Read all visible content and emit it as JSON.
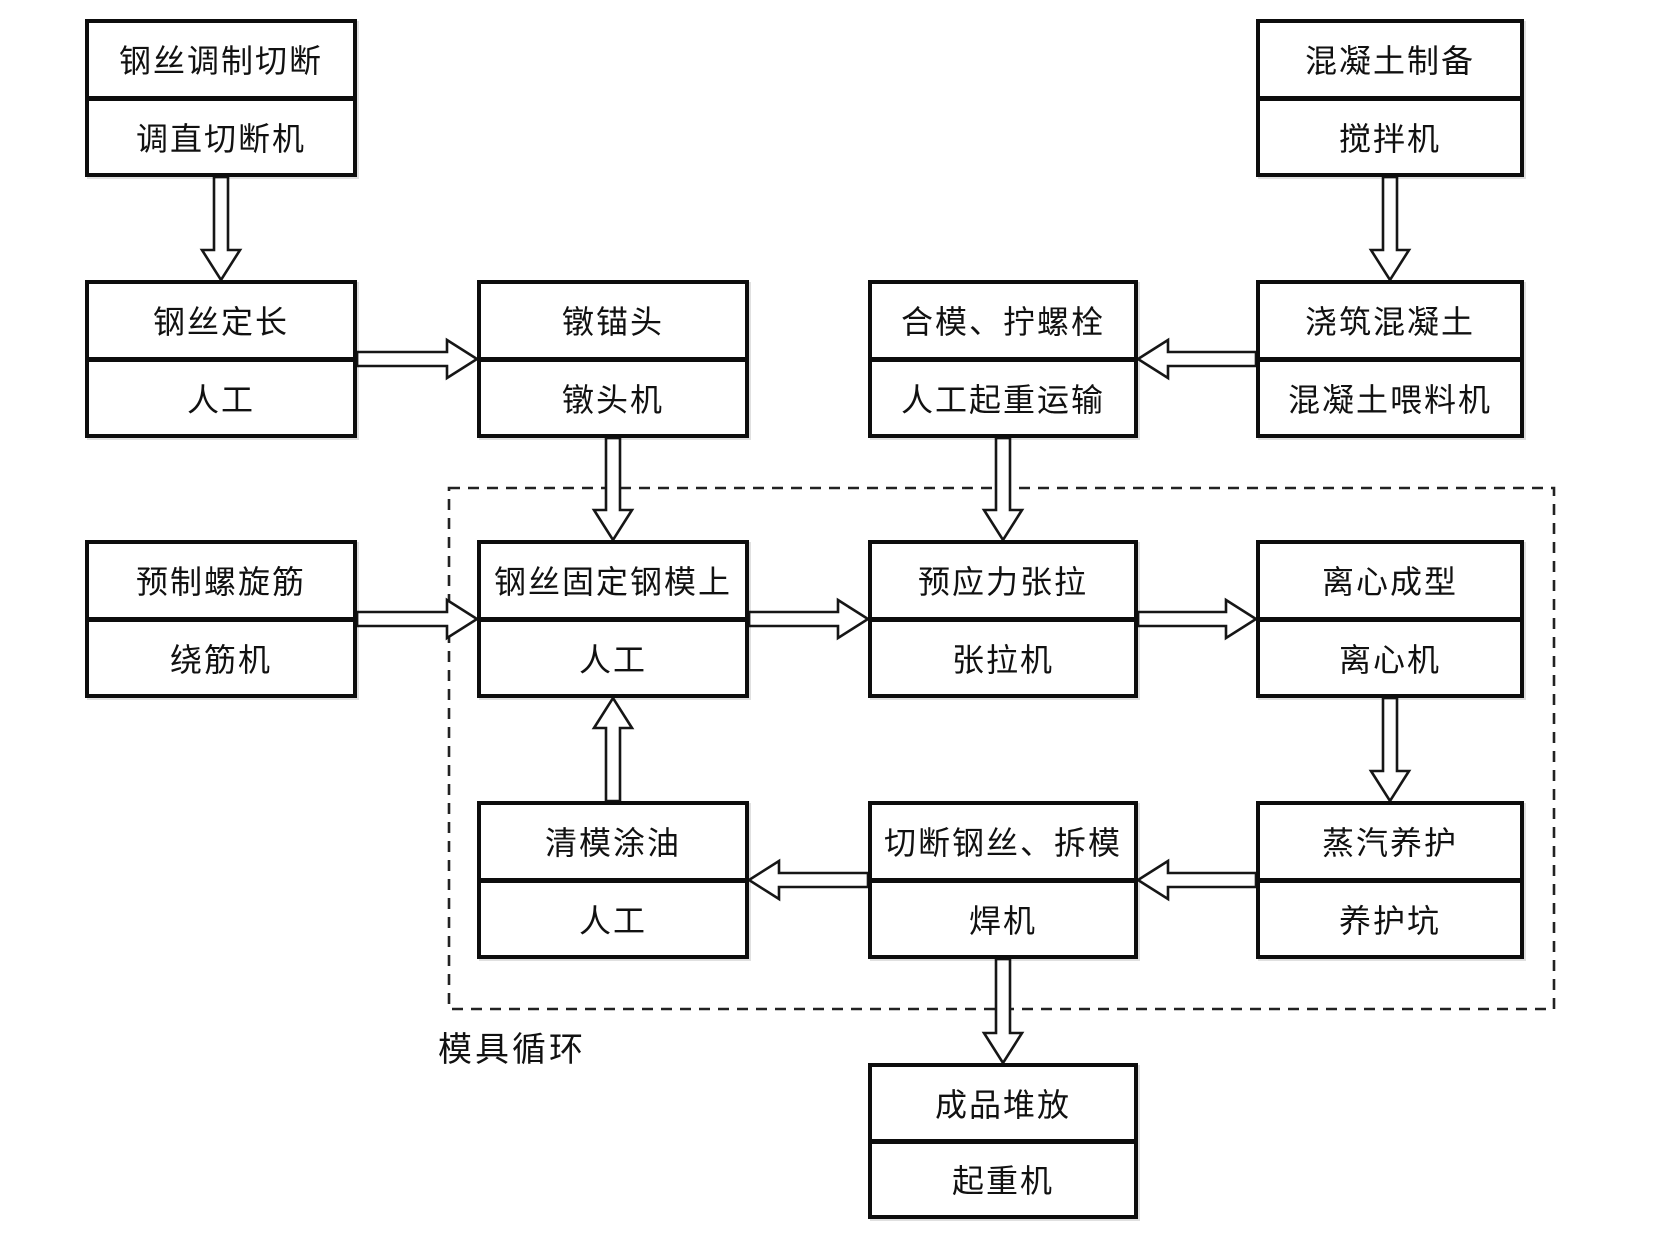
{
  "diagram": {
    "background_color": "#ffffff",
    "line_color": "#111111",
    "mold_cycle_label": "模具循环",
    "nodes": [
      {
        "id": "wire-straighten-cut",
        "process": "钢丝调制切断",
        "machine": "调直切断机"
      },
      {
        "id": "concrete-prep",
        "process": "混凝土制备",
        "machine": "搅拌机"
      },
      {
        "id": "wire-fixed-length",
        "process": "钢丝定长",
        "machine": "人工"
      },
      {
        "id": "upset-anchor-head",
        "process": "镦锚头",
        "machine": "镦头机"
      },
      {
        "id": "close-mold-bolts",
        "process": "合模、拧螺栓",
        "machine": "人工起重运输"
      },
      {
        "id": "pour-concrete",
        "process": "浇筑混凝土",
        "machine": "混凝土喂料机"
      },
      {
        "id": "prefab-spiral-rebar",
        "process": "预制螺旋筋",
        "machine": "绕筋机"
      },
      {
        "id": "fix-wire-on-mold",
        "process": "钢丝固定钢模上",
        "machine": "人工"
      },
      {
        "id": "prestress-tension",
        "process": "预应力张拉",
        "machine": "张拉机"
      },
      {
        "id": "centrifugal-forming",
        "process": "离心成型",
        "machine": "离心机"
      },
      {
        "id": "clean-oil-mold",
        "process": "清模涂油",
        "machine": "人工"
      },
      {
        "id": "cut-wire-demold",
        "process": "切断钢丝、拆模",
        "machine": "焊机"
      },
      {
        "id": "steam-curing",
        "process": "蒸汽养护",
        "machine": "养护坑"
      },
      {
        "id": "product-stacking",
        "process": "成品堆放",
        "machine": "起重机"
      }
    ],
    "connections": [
      {
        "from": "wire-straighten-cut",
        "to": "wire-fixed-length"
      },
      {
        "from": "concrete-prep",
        "to": "pour-concrete"
      },
      {
        "from": "wire-fixed-length",
        "to": "upset-anchor-head"
      },
      {
        "from": "pour-concrete",
        "to": "close-mold-bolts"
      },
      {
        "from": "upset-anchor-head",
        "to": "fix-wire-on-mold"
      },
      {
        "from": "close-mold-bolts",
        "to": "prestress-tension"
      },
      {
        "from": "prefab-spiral-rebar",
        "to": "fix-wire-on-mold"
      },
      {
        "from": "fix-wire-on-mold",
        "to": "prestress-tension"
      },
      {
        "from": "prestress-tension",
        "to": "centrifugal-forming"
      },
      {
        "from": "centrifugal-forming",
        "to": "steam-curing"
      },
      {
        "from": "steam-curing",
        "to": "cut-wire-demold"
      },
      {
        "from": "cut-wire-demold",
        "to": "clean-oil-mold"
      },
      {
        "from": "clean-oil-mold",
        "to": "fix-wire-on-mold"
      },
      {
        "from": "cut-wire-demold",
        "to": "product-stacking"
      }
    ]
  }
}
